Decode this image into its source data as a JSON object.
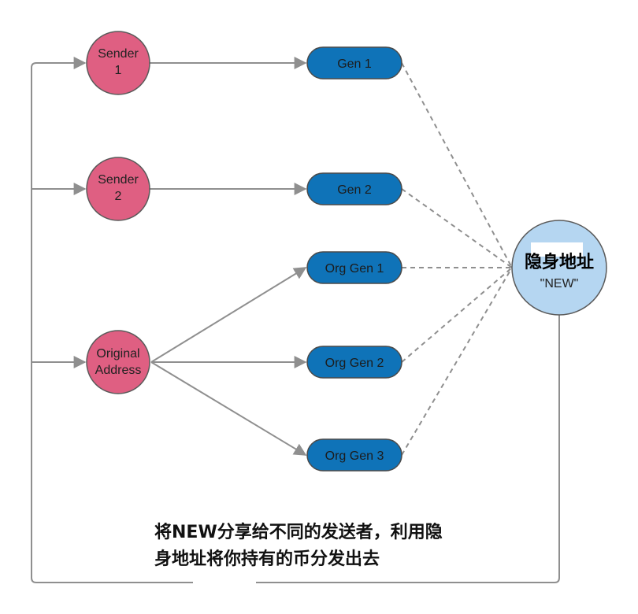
{
  "colors": {
    "sender_fill": "#df5f82",
    "gen_fill": "#0f73b8",
    "new_fill": "#b5d6f1",
    "edge": "#8f8f8f",
    "node_stroke": "#5a5a5a"
  },
  "nodes": {
    "sender1": {
      "line1": "Sender",
      "line2": "1"
    },
    "sender2": {
      "line1": "Sender",
      "line2": "2"
    },
    "original": {
      "line1": "Original",
      "line2": "Address"
    },
    "gen1": {
      "label": "Gen 1"
    },
    "gen2": {
      "label": "Gen 2"
    },
    "org_gen1": {
      "label": "Org Gen 1"
    },
    "org_gen2": {
      "label": "Org Gen 2"
    },
    "org_gen3": {
      "label": "Org Gen 3"
    },
    "stealth": {
      "title": "隐身地址",
      "subtitle": "\"NEW\""
    }
  },
  "caption": {
    "line1": "将NEW分享给不同的发送者，利用隐",
    "line2": "身地址将你持有的币分发出去"
  }
}
